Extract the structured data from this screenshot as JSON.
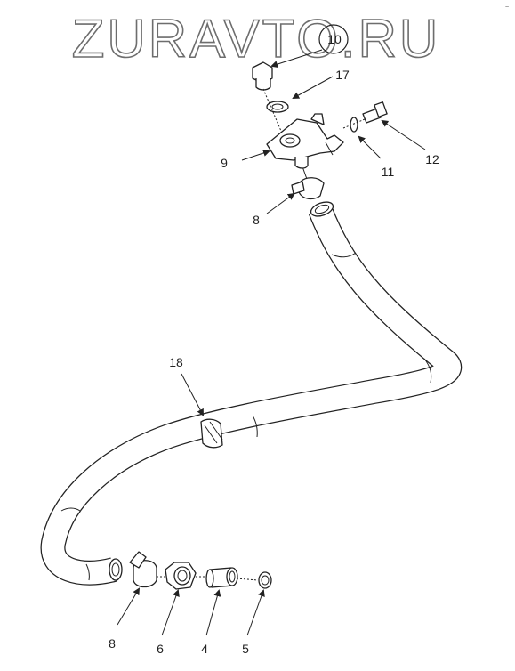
{
  "watermark": {
    "text": "ZURAVTO.RU"
  },
  "corner_mark": "~",
  "callouts": {
    "c10": "10",
    "c17": "17",
    "c12": "12",
    "c11": "11",
    "c9": "9",
    "c8_top": "8",
    "c18": "18",
    "c8_bottom": "8",
    "c6": "6",
    "c4": "4",
    "c5": "5"
  },
  "colors": {
    "line": "#222222",
    "hose_fill": "#ffffff",
    "watermark_stroke": "#6d6d6d"
  }
}
